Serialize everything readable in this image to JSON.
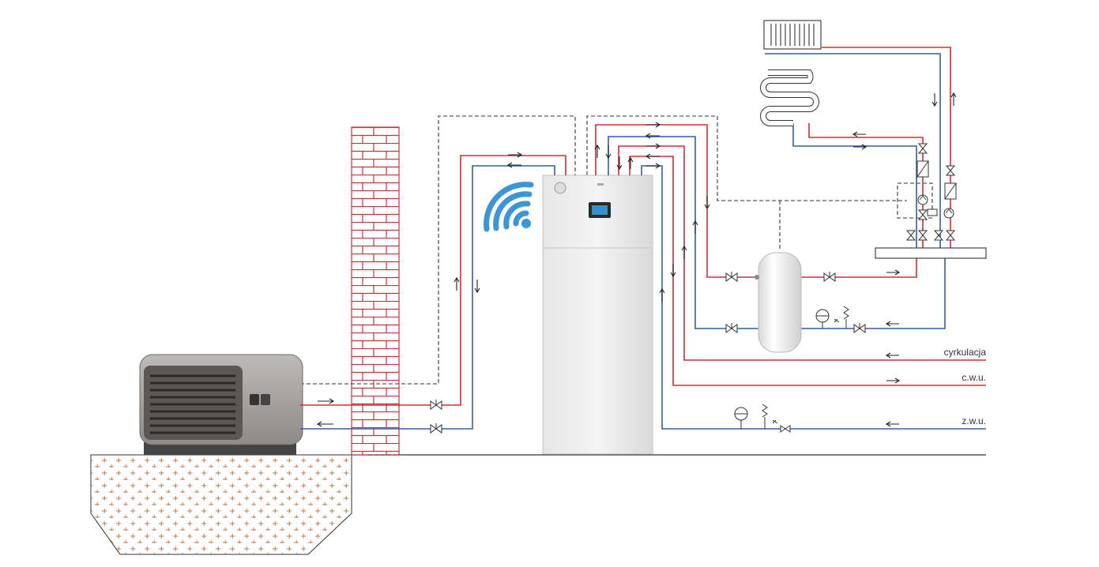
{
  "labels": {
    "circulation": "cyrkulacja",
    "hot_water": "c.w.u.",
    "cold_water": "z.w.u."
  },
  "colors": {
    "supply": "#d62b34",
    "return": "#2f62a8",
    "control": "#333333",
    "wall": "#c9323a",
    "ground": "#b86a38",
    "wifi": "#3a96d8"
  },
  "icons": [
    "radiator-icon",
    "floor-heating-coil-icon",
    "wifi-icon",
    "valve-icon",
    "pump-icon",
    "expansion-vessel-icon",
    "safety-valve-icon",
    "filter-icon",
    "flow-arrow-icon"
  ]
}
